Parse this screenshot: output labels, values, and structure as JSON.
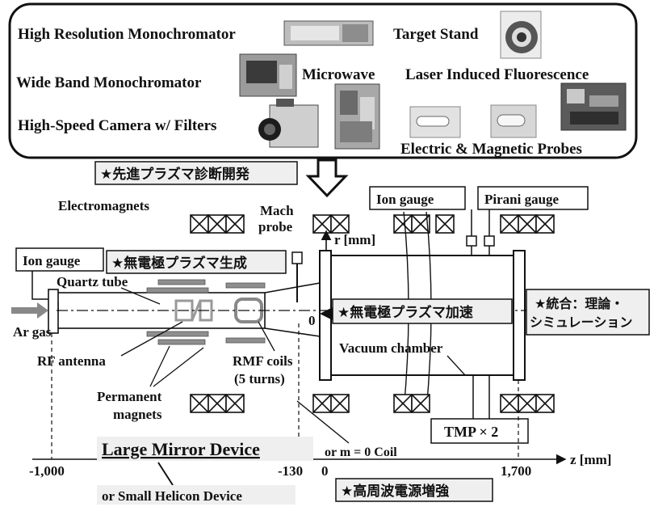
{
  "top_panel": {
    "high_res_mono": "High Resolution Monochromator",
    "wide_band_mono": "Wide Band Monochromator",
    "high_speed_camera": "High-Speed Camera w/ Filters",
    "microwave": "Microwave",
    "target_stand": "Target Stand",
    "lif": "Laser Induced Fluorescence",
    "probes": "Electric & Magnetic Probes"
  },
  "tags": {
    "diagnostics": "★先進プラズマ診断開発",
    "generation": "★無電極プラズマ生成",
    "acceleration": "★無電極プラズマ加速",
    "integration_1": "★統合：理論・",
    "integration_2": "シミュレーション",
    "rf_power": "★高周波電源増強"
  },
  "labels": {
    "electromagnets": "Electromagnets",
    "mach_1": "Mach",
    "mach_2": "probe",
    "ion_gauge_left": "Ion gauge",
    "ion_gauge_right": "Ion gauge",
    "pirani_gauge": "Pirani gauge",
    "quartz_tube": "Quartz tube",
    "ar_gas": "Ar gas",
    "rf_antenna": "RF antenna",
    "rmf_coils_1": "RMF coils",
    "rmf_coils_2": "(5 turns)",
    "permanent_1": "Permanent",
    "permanent_2": "magnets",
    "vacuum_chamber": "Vacuum chamber",
    "tmp": "TMP × 2",
    "m0_coil": "or m = 0 Coil",
    "large_mirror": "Large Mirror Device",
    "small_helicon": "or Small Helicon Device"
  },
  "axes": {
    "r_label": "r [mm]",
    "z_label": "z [mm]",
    "r_zero": "0",
    "ticks": [
      "-1,000",
      "-130",
      "0",
      "1,700"
    ]
  }
}
